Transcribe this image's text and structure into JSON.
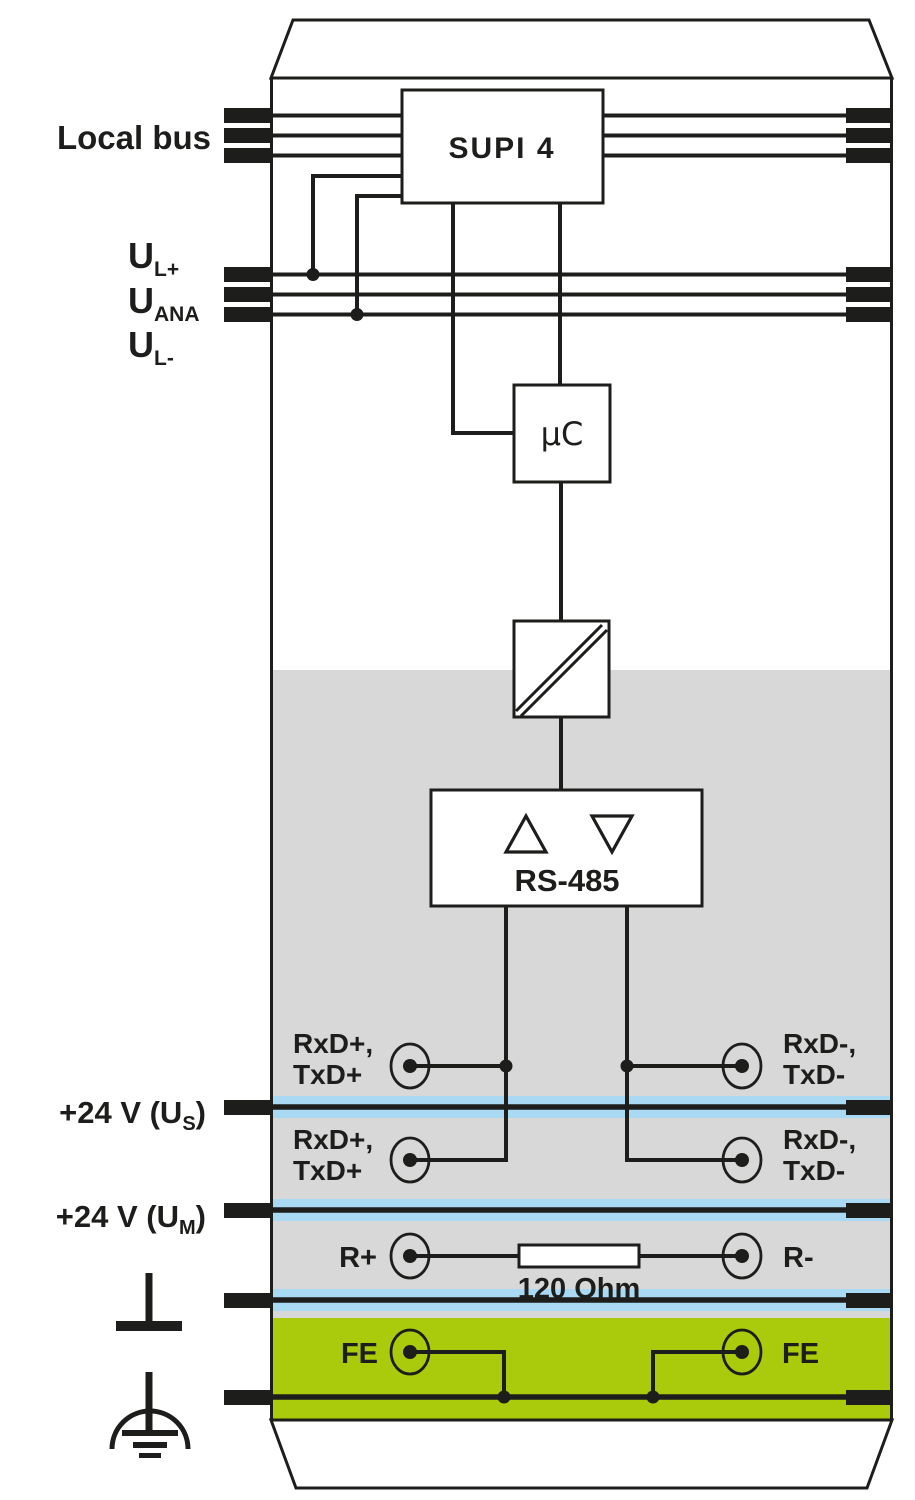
{
  "colors": {
    "ink": "#1d1d1b",
    "panel-gray": "#d8d8d8",
    "rail-blue": "#a9d9f3",
    "fe-green": "#aaca0c"
  },
  "left_labels": {
    "local_bus": "Local bus",
    "ul_plus": {
      "base": "U",
      "sub": "L+"
    },
    "u_ana": {
      "base": "U",
      "sub": "ANA"
    },
    "ul_minus": {
      "base": "U",
      "sub": "L-"
    },
    "v24_us": {
      "pre": "+24 V (U",
      "sub": "S",
      "post": ")"
    },
    "v24_um": {
      "pre": "+24 V (U",
      "sub": "M",
      "post": ")"
    }
  },
  "blocks": {
    "supi": "SUPI 4",
    "micro": "µC",
    "rs485": "RS-485"
  },
  "io_rows": {
    "rxd_row1": {
      "left1": "RxD+,",
      "left2": "TxD+",
      "right1": "RxD-,",
      "right2": "TxD-"
    },
    "rxd_row2": {
      "left1": "RxD+,",
      "left2": "TxD+",
      "right1": "RxD-,",
      "right2": "TxD-"
    },
    "termination": {
      "left": "R+",
      "right": "R-",
      "value": "120 Ohm"
    },
    "fe": {
      "left": "FE",
      "right": "FE"
    }
  }
}
